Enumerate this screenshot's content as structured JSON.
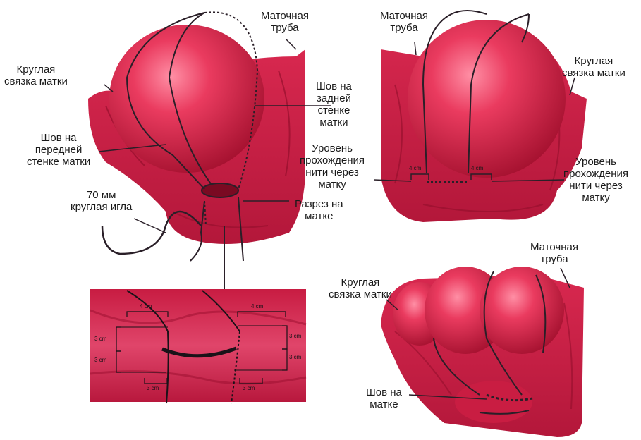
{
  "colors": {
    "uterus_dark": "#a3102e",
    "uterus_mid": "#cf1f45",
    "uterus_light": "#f06a85",
    "suture": "#2a1f28",
    "label_text": "#1a1a1a"
  },
  "panel1": {
    "fallopian_tube": [
      "Маточная",
      "труба"
    ],
    "round_ligament": [
      "Круглая",
      "связка матки"
    ],
    "posterior_suture": [
      "Шов на",
      "задней",
      "стенке",
      "матки"
    ],
    "anterior_suture": [
      "Шов на",
      "передней",
      "стенке матки"
    ],
    "needle": [
      "70 мм",
      "круглая игла"
    ],
    "incision": [
      "Разрез на",
      "матке"
    ]
  },
  "panel2": {
    "fallopian_tube": [
      "Маточная",
      "труба"
    ],
    "round_ligament": [
      "Круглая",
      "связка матки"
    ],
    "thread_level_left": [
      "Уровень",
      "прохождения",
      "нити через",
      "матку"
    ],
    "thread_level_right": [
      "Уровень",
      "прохождения",
      "нити через",
      "матку"
    ],
    "dim_left": "4 cm",
    "dim_right": "4 cm"
  },
  "panel3": {
    "dim_top_left": "4 cm",
    "dim_top_right": "4 cm",
    "dim_left_upper": "3 cm",
    "dim_left_lower": "3 cm",
    "dim_right_upper": "3 cm",
    "dim_right_lower": "3 cm",
    "dim_bottom_left": "3 cm",
    "dim_bottom_right": "3 cm"
  },
  "panel4": {
    "fallopian_tube": [
      "Маточная",
      "труба"
    ],
    "round_ligament": [
      "Круглая",
      "связка матки"
    ],
    "uterine_suture": [
      "Шов на",
      "матке"
    ]
  }
}
